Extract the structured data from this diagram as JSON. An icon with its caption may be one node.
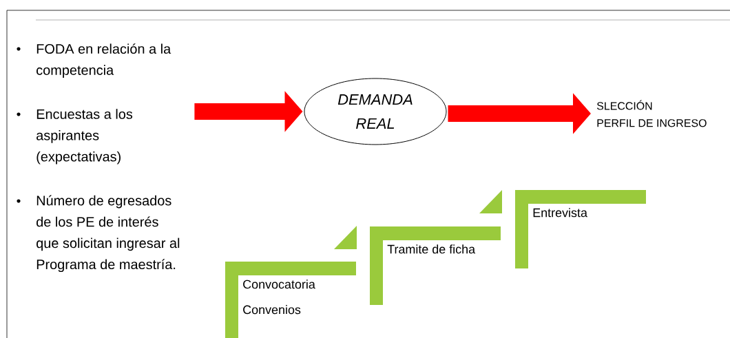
{
  "diagram": {
    "nodes": [
      {
        "text": [
          "FODA en relación a la competencia",
          "Encuestas a los aspirantes (expectativas)",
          "Número de egresados de los PE de interés que solicitan ingresar al Programa de maestría."
        ]
      },
      {
        "text": [
          "DEMANDA REAL"
        ]
      },
      {
        "text": [
          "SLECCIÓN",
          "PERFIL DE INGRESO"
        ]
      },
      {
        "text": [
          "Convocatoria",
          "Convenios"
        ]
      },
      {
        "text": [
          "Tramite de ficha"
        ]
      },
      {
        "text": [
          "Entrevista"
        ]
      }
    ],
    "edges": [
      {
        "from": 0,
        "to": 1,
        "arrow": "to"
      },
      {
        "from": 1,
        "to": 2,
        "arrow": "to"
      }
    ]
  }
}
